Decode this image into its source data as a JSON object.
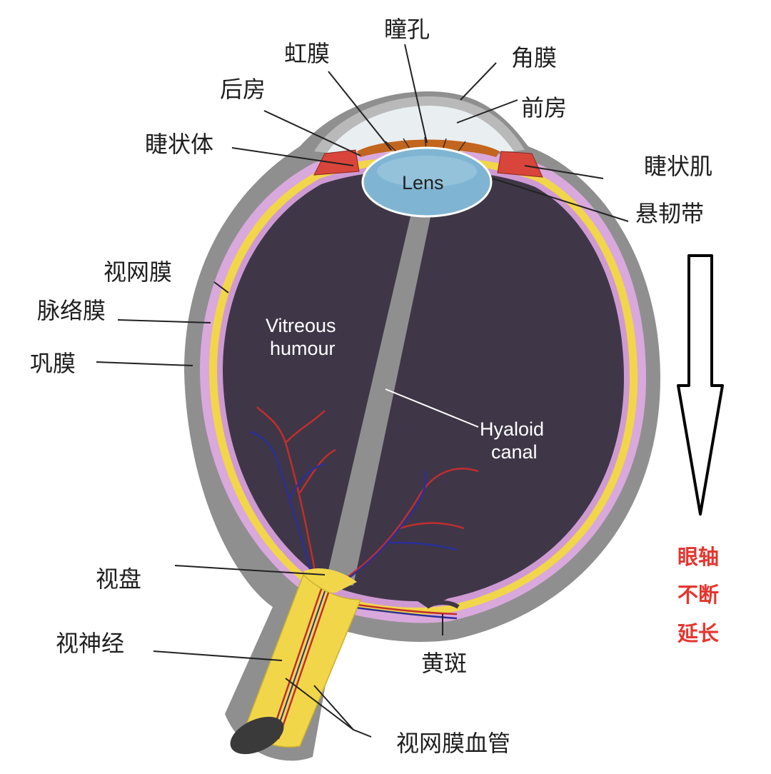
{
  "labels": {
    "pupil": "瞳孔",
    "iris": "虹膜",
    "cornea": "角膜",
    "posterior_chamber": "后房",
    "anterior_chamber": "前房",
    "ciliary_body": "睫状体",
    "ciliary_muscle": "睫状肌",
    "zonule": "悬韧带",
    "retina": "视网膜",
    "choroid": "脉络膜",
    "sclera": "巩膜",
    "optic_disc": "视盘",
    "optic_nerve": "视神经",
    "macula": "黄斑",
    "retinal_vessels": "视网膜血管"
  },
  "inner_labels": {
    "lens": "Lens",
    "vitreous_1": "Vitreous",
    "vitreous_2": "humour",
    "hyaloid_1": "Hyaloid",
    "hyaloid_2": "canal"
  },
  "annotation": {
    "line1": "眼轴",
    "line2": "不断",
    "line3": "延长"
  },
  "colors": {
    "sclera": "#8f8f8f",
    "choroid": "#d9a8dc",
    "retina": "#f2d64a",
    "vitreous": "#3f3747",
    "lens": "#7fb5d2",
    "iris": "#c2651e",
    "ciliary": "#d9453a",
    "accent_red": "#e4362f"
  }
}
